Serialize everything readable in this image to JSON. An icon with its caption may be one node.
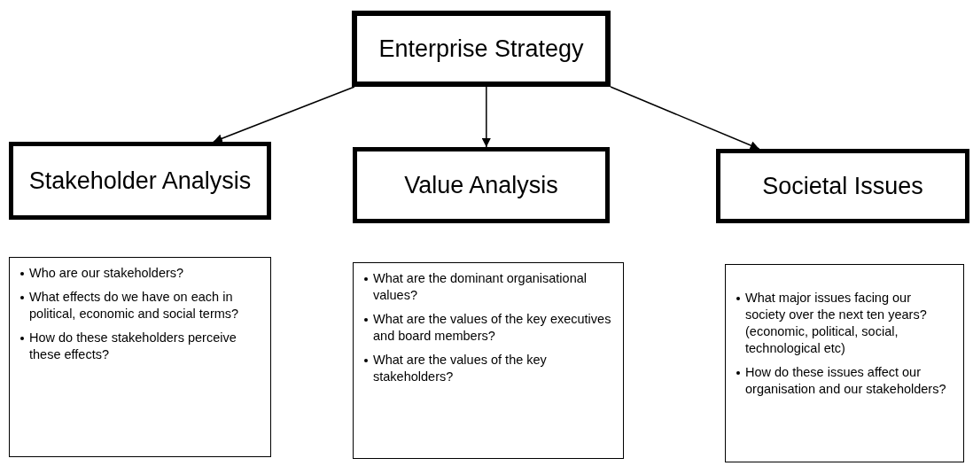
{
  "diagram": {
    "nodes": [
      {
        "text": [
          "Enterprise Strategy"
        ]
      },
      {
        "text": [
          "Stakeholder Analysis"
        ]
      },
      {
        "text": [
          "Value Analysis"
        ]
      },
      {
        "text": [
          "Societal Issues"
        ]
      },
      {
        "text": [
          "Who are our  stakeholders?",
          "What effects do we have on each in political, economic and social terms?",
          "How do these stakeholders perceive these effects?"
        ]
      },
      {
        "text": [
          "What are the dominant organisational values?",
          "What are the values of the key executives and board members?",
          "What are the values of the key stakeholders?"
        ]
      },
      {
        "text": [
          "What major issues facing our society  over the next ten years?  (economic, political, social, technological etc)",
          "How do these issues affect our organisation and our stakeholders?"
        ]
      }
    ],
    "edges": [
      {
        "from": 0,
        "to": 1,
        "arrow": "to"
      },
      {
        "from": 0,
        "to": 2,
        "arrow": "to"
      },
      {
        "from": 0,
        "to": 3,
        "arrow": "to"
      }
    ]
  }
}
